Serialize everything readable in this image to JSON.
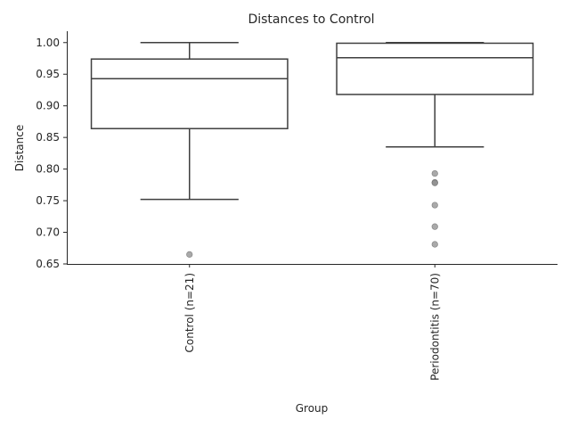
{
  "chart_data": {
    "type": "box",
    "title": "Distances to Control",
    "xlabel": "Group",
    "ylabel": "Distance",
    "ylim": [
      0.65,
      1.018
    ],
    "yticks": [
      "0.65",
      "0.70",
      "0.75",
      "0.80",
      "0.85",
      "0.90",
      "0.95",
      "1.00"
    ],
    "grid": false,
    "categories": [
      "Control (n=21)",
      "Periodontitis (n=70)"
    ],
    "boxes": [
      {
        "category": "Control (n=21)",
        "whisker_low": 0.752,
        "q1": 0.864,
        "median": 0.943,
        "q3": 0.974,
        "whisker_high": 1.0,
        "outliers": [
          0.665
        ]
      },
      {
        "category": "Periodontitis (n=70)",
        "whisker_low": 0.835,
        "q1": 0.918,
        "median": 0.976,
        "q3": 0.999,
        "whisker_high": 1.0,
        "outliers": [
          0.793,
          0.779,
          0.778,
          0.743,
          0.709,
          0.681
        ]
      }
    ],
    "colors": {
      "box_line": "#3f3f3f",
      "outlier": "#8c8c8c",
      "axis": "#262626"
    }
  }
}
